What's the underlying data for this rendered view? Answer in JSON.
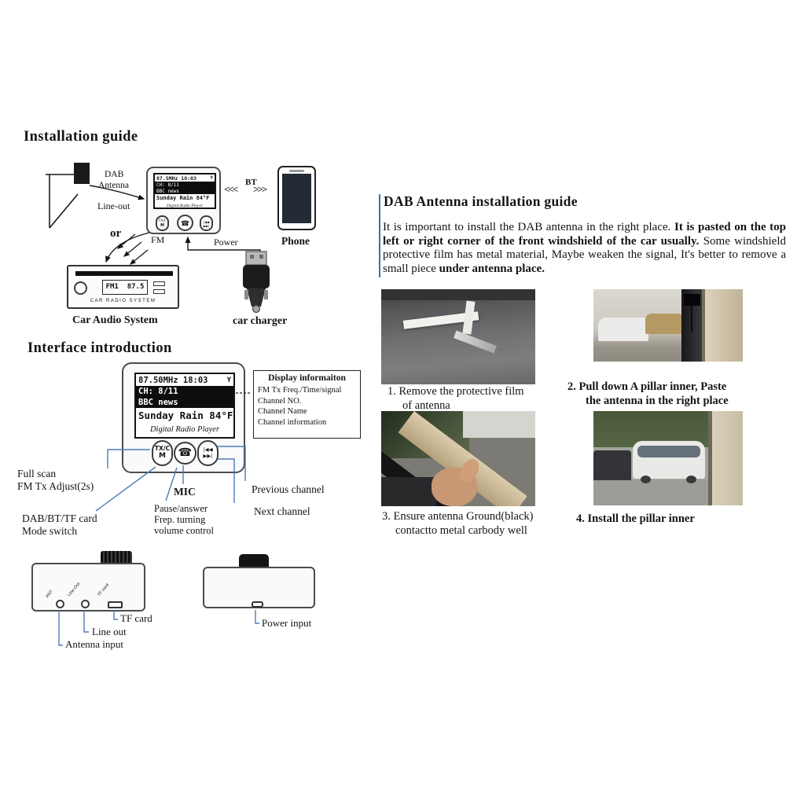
{
  "installation": {
    "title": "Installation guide",
    "dab": "DAB",
    "antenna": "Antenna",
    "line_out": "Line-out",
    "or": "or",
    "fm": "FM",
    "bt": "BT",
    "bt_left": "<<<",
    "bt_right": ">>>",
    "power": "Power",
    "phone_label": "Phone",
    "car_audio_label": "Car Audio System",
    "car_charger_label": "car charger",
    "car_radio_display": "FM1  87.5",
    "car_radio_brand": "CAR RADIO SYSTEM"
  },
  "display": {
    "freq_small": "87.5MHz 18:03",
    "freq": "87.50MHz 18:03",
    "signal": "Y",
    "channel": "CH: 8/11",
    "station": "BBC news",
    "weather": "Sunday Rain 84°F",
    "brand": "Digital Radio Player"
  },
  "buttons": {
    "txc": "TX/C",
    "m": "M",
    "phone": "☎",
    "prev": "|◀◀",
    "next": "▶▶|"
  },
  "interface": {
    "title": "Interface introduction",
    "box_title": "Display informaiton",
    "box_lines": [
      "FM Tx Freq./Time/signal",
      "Channel NO.",
      "Channel Name",
      "Channel information"
    ],
    "full_scan": "Full scan",
    "fm_tx_adjust": "FM Tx Adjust(2s)",
    "mode_1": "DAB/BT/TF card",
    "mode_2": "Mode switch",
    "mic": "MIC",
    "pause_1": "Pause/answer",
    "pause_2": "Frep. turning",
    "pause_3": "volume control",
    "prev_channel": "Previous channel",
    "next_channel": "Next channel"
  },
  "ports": {
    "mark_ant": "ANT",
    "mark_lineout": "Line-Out",
    "mark_tf": "TF card",
    "tf_card": "TF card",
    "line_out": "Line out",
    "antenna_input": "Antenna input",
    "power_input": "Power input"
  },
  "guide": {
    "title": "DAB Antenna installation guide",
    "p1": "It is important to install the DAB antenna in the right place. ",
    "p2": "It is pasted on the top left or right corner of the front windshield of the car usually. ",
    "p3": "Some windshield protective film has metal material, Maybe weaken the signal, It's better to remove a small piece ",
    "p4": "under antenna place.",
    "step1_l1": "1. Remove the protective film",
    "step1_l2": "of antenna",
    "step2_l1": "2. Pull down A pillar inner, Paste",
    "step2_l2": "the  antenna in the right place",
    "step3_l1": "3. Ensure antenna Ground(black)",
    "step3_l2": "contactto metal carbody well",
    "step4_l1": "4. Install the pillar inner"
  }
}
